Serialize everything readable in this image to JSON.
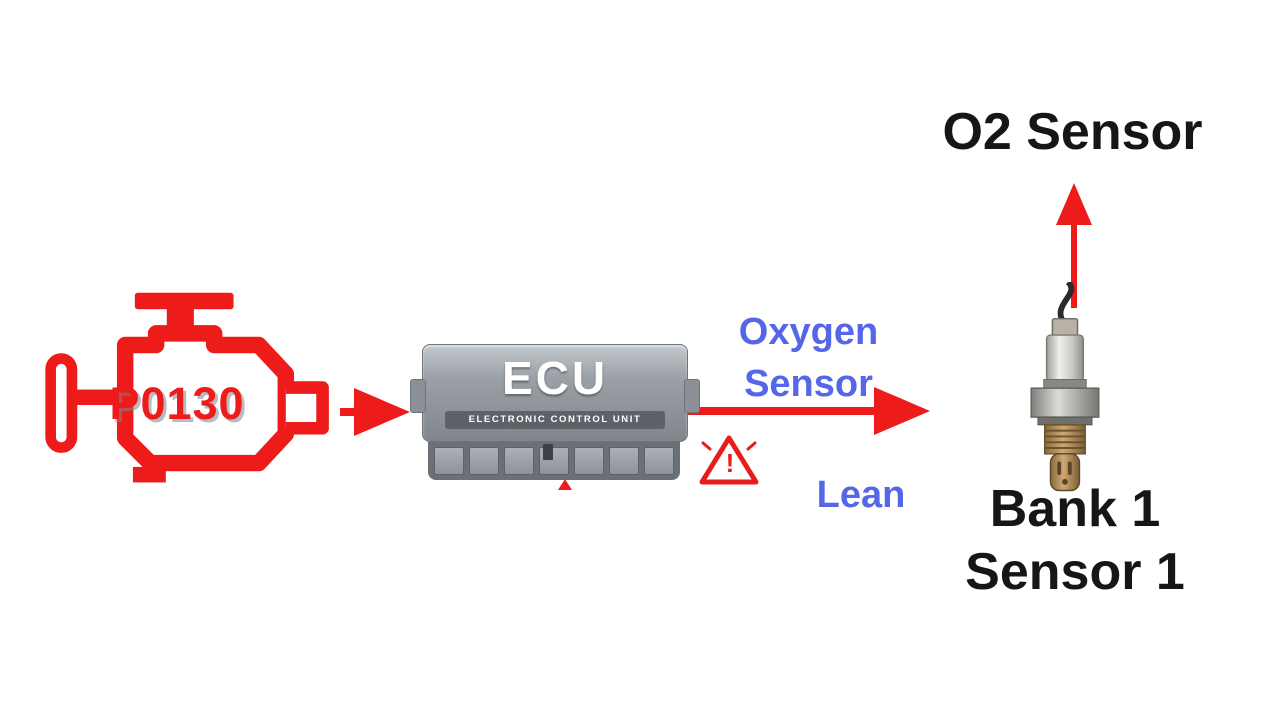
{
  "colors": {
    "red": "#ee1b1b",
    "blue": "#5566e8",
    "black": "#161616",
    "ecu_gray": "#8d9298",
    "bronze": "#b08d5f"
  },
  "engine": {
    "code": "P0130"
  },
  "ecu": {
    "name": "ECU",
    "subtitle": "ELECTRONIC CONTROL UNIT"
  },
  "signal": {
    "line1": "Oxygen",
    "line2": "Sensor",
    "condition": "Lean"
  },
  "warning": {
    "mark": "!"
  },
  "sensor": {
    "title": "O2 Sensor",
    "caption_line1": "Bank 1",
    "caption_line2": "Sensor 1"
  }
}
